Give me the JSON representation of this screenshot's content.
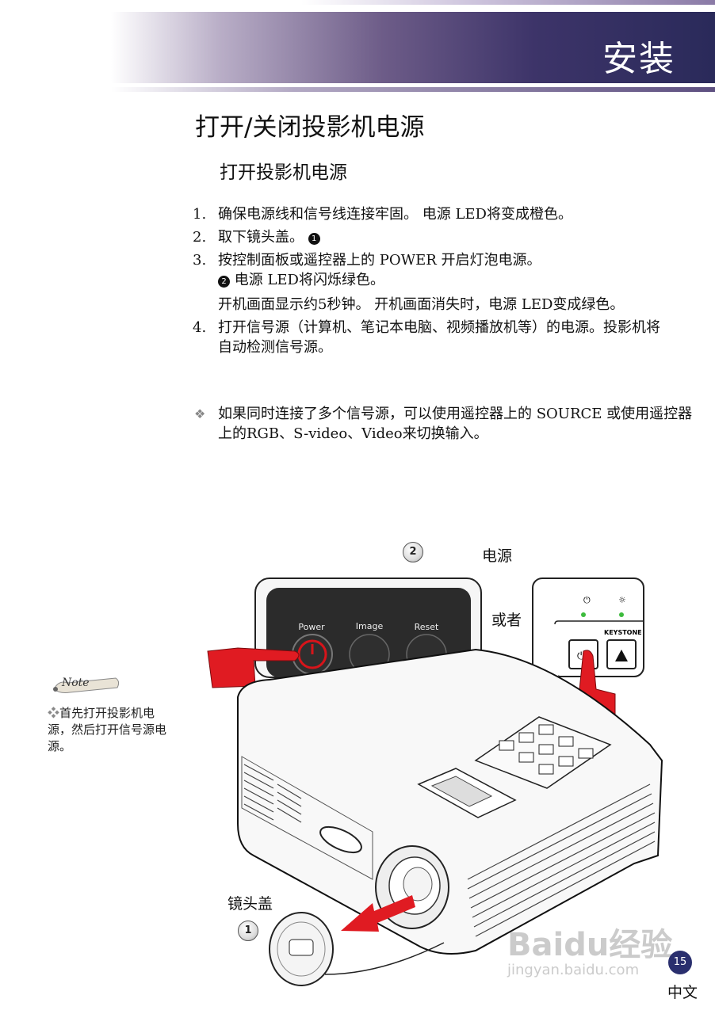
{
  "header": {
    "section_title": "安装"
  },
  "title": "打开/关闭投影机电源",
  "subtitle": "打开投影机电源",
  "steps": [
    {
      "num": "1.",
      "text": "确保电源线和信号线连接牢固。 电源 LED将变成橙色。"
    },
    {
      "num": "2.",
      "text": "取下镜头盖。",
      "badge": "1"
    },
    {
      "num": "3.",
      "text": "按控制面板或遥控器上的 POWER 开启灯泡电源。",
      "badge": "2",
      "line2": "电源 LED将闪烁绿色。",
      "extra": "开机画面显示约5秒钟。 开机画面消失时，电源 LED变成绿色。"
    },
    {
      "num": "4.",
      "text": "打开信号源（计算机、笔记本电脑、视频播放机等）的电源。投影机将自动检测信号源。"
    }
  ],
  "tip": {
    "icon": "diamond-bullet-icon",
    "text": "如果同时连接了多个信号源，可以使用遥控器上的 SOURCE 或使用遥控器上的RGB、S-video、Video来切换输入。"
  },
  "note": {
    "title": "Note",
    "text": "首先打开投影机电源，然后打开信号源电源。",
    "bullet": "❖"
  },
  "figure": {
    "callout_2": "2",
    "callout_1": "1",
    "power_label": "电源",
    "or_label": "或者",
    "lens_cap_label": "镜头盖",
    "panel_buttons": [
      "Power",
      "Image",
      "Reset"
    ],
    "remote_label": "KEYSTONE"
  },
  "watermark": {
    "brand": "Baidu经验",
    "url": "jingyan.baidu.com"
  },
  "footer": {
    "page": "15",
    "language": "中文"
  }
}
